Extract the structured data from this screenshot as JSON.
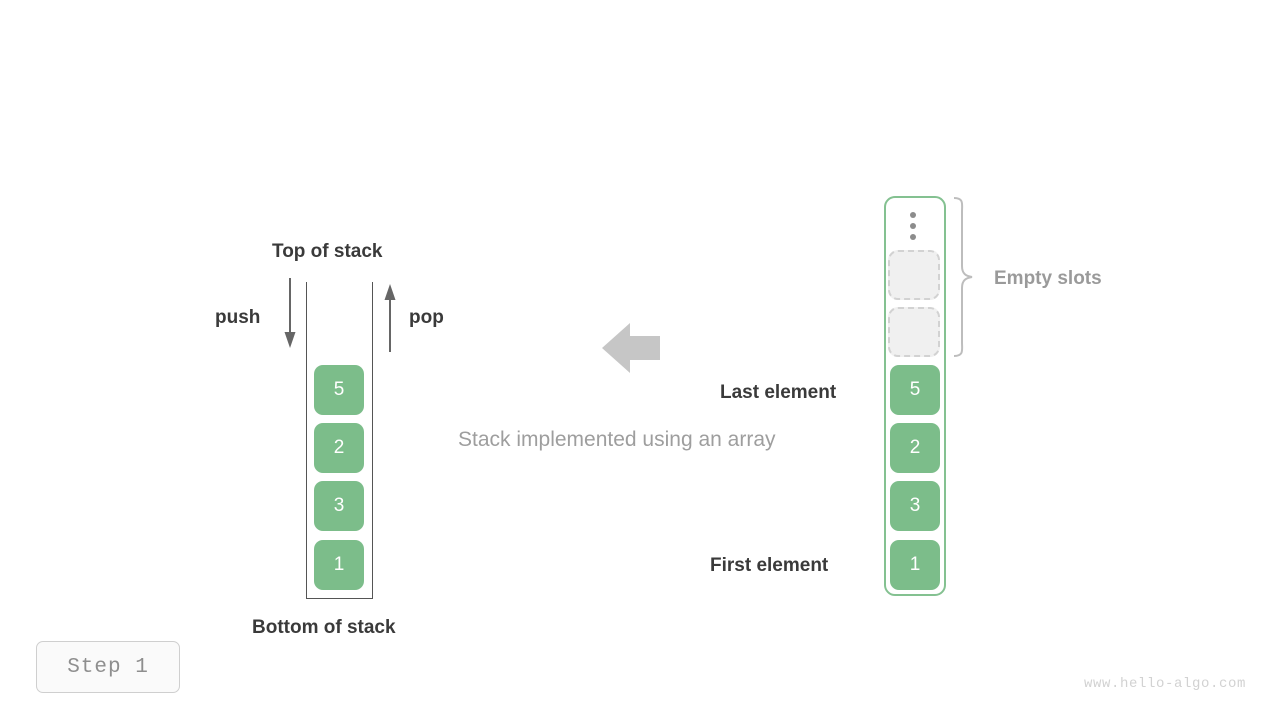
{
  "page": {
    "background": "#ffffff",
    "accent_green": "#7cbd8a",
    "border_green": "#84c191",
    "dark_text": "#3a3a3a",
    "gray_text": "#9a9a9a",
    "caption_color": "#9e9e9e"
  },
  "left_stack": {
    "top_label": "Top of stack",
    "bottom_label": "Bottom of stack",
    "push_label": "push",
    "pop_label": "pop",
    "values": [
      "5",
      "2",
      "3",
      "1"
    ]
  },
  "center": {
    "caption": "Stack implemented using an array",
    "arrow_direction": "left"
  },
  "right_array": {
    "empty_slots_label": "Empty slots",
    "last_element_label": "Last element",
    "first_element_label": "First element",
    "ellipsis_icon": "vertical-dots-icon",
    "empty_slot_count": 2,
    "values": [
      "5",
      "2",
      "3",
      "1"
    ]
  },
  "footer": {
    "step_badge": "Step 1",
    "watermark": "www.hello-algo.com"
  }
}
